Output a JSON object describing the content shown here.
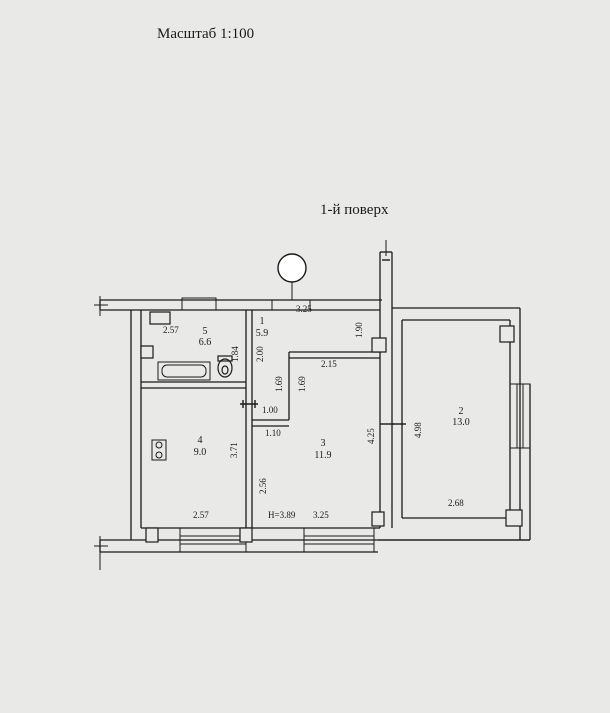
{
  "header": {
    "scale": "Масштаб 1:100",
    "floor": "1-й поверх"
  },
  "rooms": [
    {
      "number": "5",
      "area": "6.6"
    },
    {
      "number": "1",
      "area": "5.9"
    },
    {
      "number": "4",
      "area": "9.0"
    },
    {
      "number": "3",
      "area": "11.9"
    },
    {
      "number": "2",
      "area": "13.0"
    }
  ],
  "dimensions": {
    "top_325": "3.25",
    "r5_width": "2.57",
    "r5_184": "1.84",
    "r1_200": "2.00",
    "r1_190": "1.90",
    "c_215": "2.15",
    "c_169a": "1.69",
    "c_169b": "1.69",
    "c_100": "1.00",
    "c_110": "1.10",
    "r4_371": "3.71",
    "r3_256": "2.56",
    "r3_425": "4.25",
    "r2_498": "4.98",
    "r4_257": "2.57",
    "height": "Н=3.89",
    "bottom_325": "3.25",
    "r2_268": "2.68"
  },
  "colors": {
    "ink": "#1a1a1a",
    "paper": "#e9e9e7"
  }
}
